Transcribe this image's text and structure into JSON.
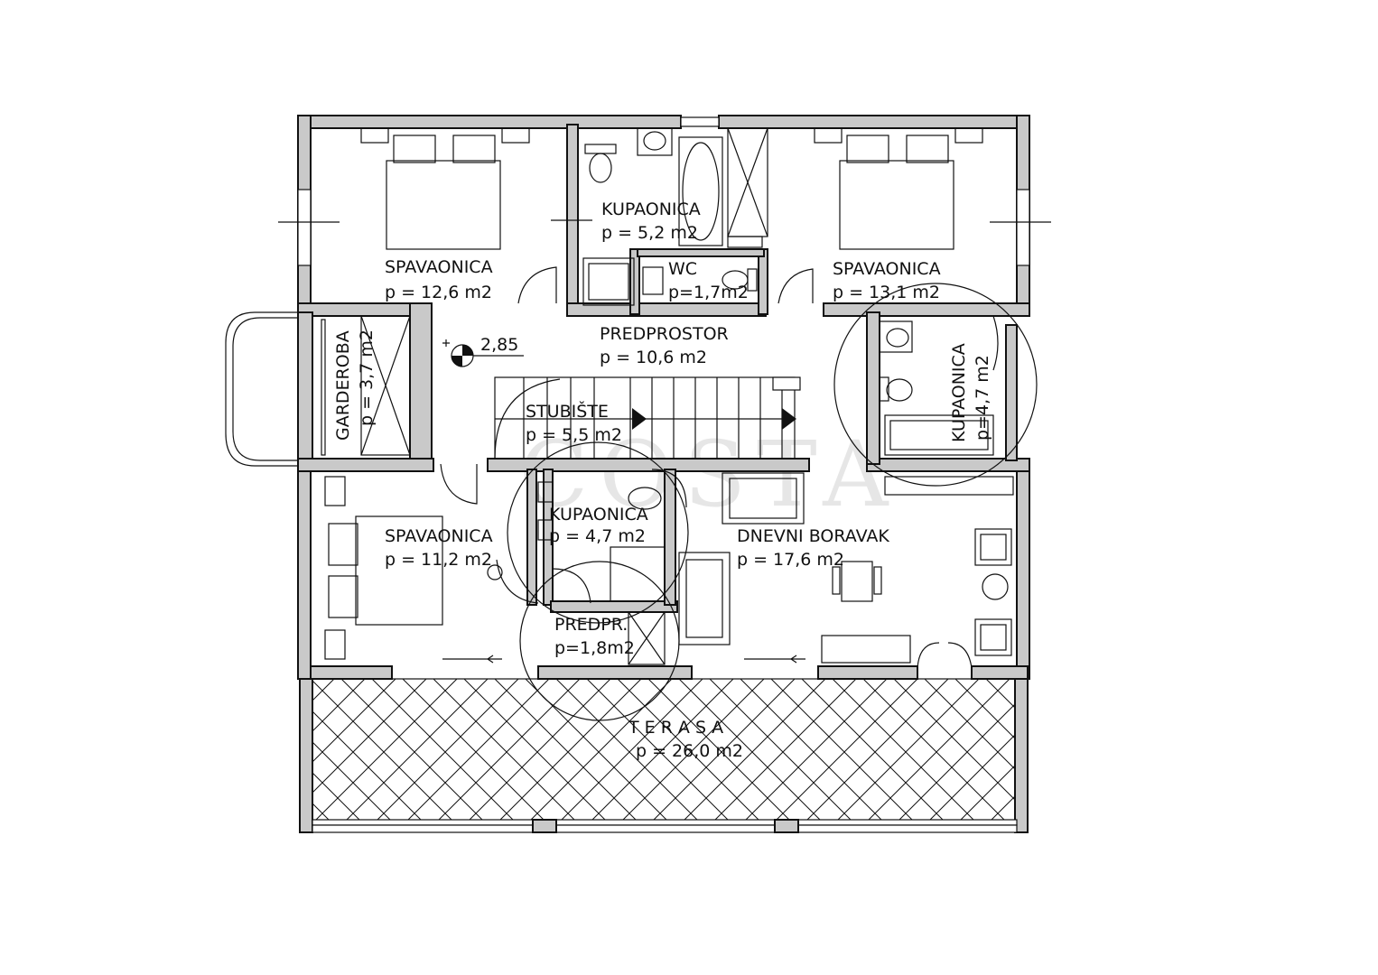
{
  "rooms": {
    "bed1": {
      "name": "SPAVAONICA",
      "area": "p = 12,6 m2"
    },
    "bath1": {
      "name": "KUPAONICA",
      "area": "p = 5,2 m2"
    },
    "wc": {
      "name": "WC",
      "area": "p=1,7m2"
    },
    "bed2": {
      "name": "SPAVAONICA",
      "area": "p = 13,1 m2"
    },
    "hall": {
      "name": "PREDPROSTOR",
      "area": "p = 10,6 m2"
    },
    "level": "2,85",
    "wardrobe": {
      "name": "GARDEROBA",
      "area": "p = 3,7 m2"
    },
    "stairs": {
      "name": "STUBIŠTE",
      "area": "p = 5,5 m2"
    },
    "bath2": {
      "name": "KUPAONICA",
      "area": "p=4,7 m2"
    },
    "bed3": {
      "name": "SPAVAONICA",
      "area": "p = 11,2 m2"
    },
    "bath3": {
      "name": "KUPAONICA",
      "area": "p = 4,7 m2"
    },
    "living": {
      "name": "DNEVNI BORAVAK",
      "area": "p = 17,6 m2"
    },
    "foyer": {
      "name": "PREDPR.",
      "area": "p=1,8m2"
    },
    "terrace": {
      "name": "T E R A S A",
      "area": "p = 26,0 m2"
    }
  },
  "watermark": {
    "text": "COSTA"
  },
  "colors": {
    "wall_fill": "#c9c9c9",
    "line": "#111111"
  }
}
